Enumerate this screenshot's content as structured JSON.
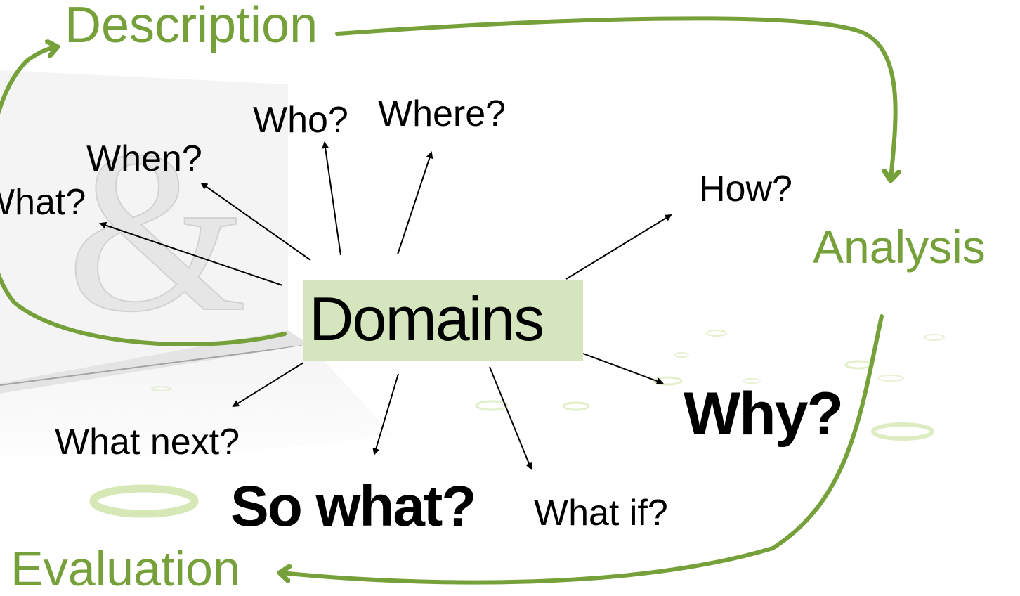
{
  "center": {
    "label": "Domains",
    "fill": "#d5e5bd"
  },
  "stages": {
    "description": "Description",
    "analysis": "Analysis",
    "evaluation": "Evaluation",
    "color": "#76a03a"
  },
  "questions": {
    "what": "What?",
    "when": "When?",
    "who": "Who?",
    "where": "Where?",
    "how": "How?",
    "why": "Why?",
    "what_next": "What next?",
    "so_what": "So what?",
    "what_if": "What if?"
  },
  "decorations": {
    "background_symbol": "&"
  }
}
